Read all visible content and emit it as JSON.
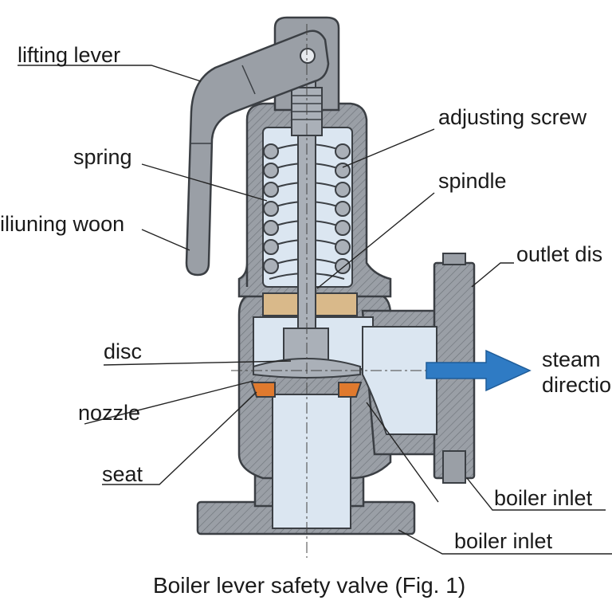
{
  "labels": {
    "lifting_lever": "lifting lever",
    "spring": "spring",
    "lifting_weight": "iliuning woon",
    "disc": "disc",
    "nozzle": "nozzle",
    "seat": "seat",
    "adjusting_screw": "adjusting screw",
    "spindle": "spindle",
    "outlet": "outlet dis",
    "steam_line1": "steam",
    "steam_line2": "directio",
    "boiler_inlet_1": "boiler inlet",
    "boiler_inlet_2": "boiler inlet"
  },
  "caption": "Boiler lever safety valve (Fig. 1)",
  "colors": {
    "cast_body": "#9a9fa6",
    "cavity": "#dbe6f1",
    "seat_ring": "#e07a2e",
    "guide_bushing": "#d9b98a",
    "flow_arrow": "#2f7bc4"
  }
}
